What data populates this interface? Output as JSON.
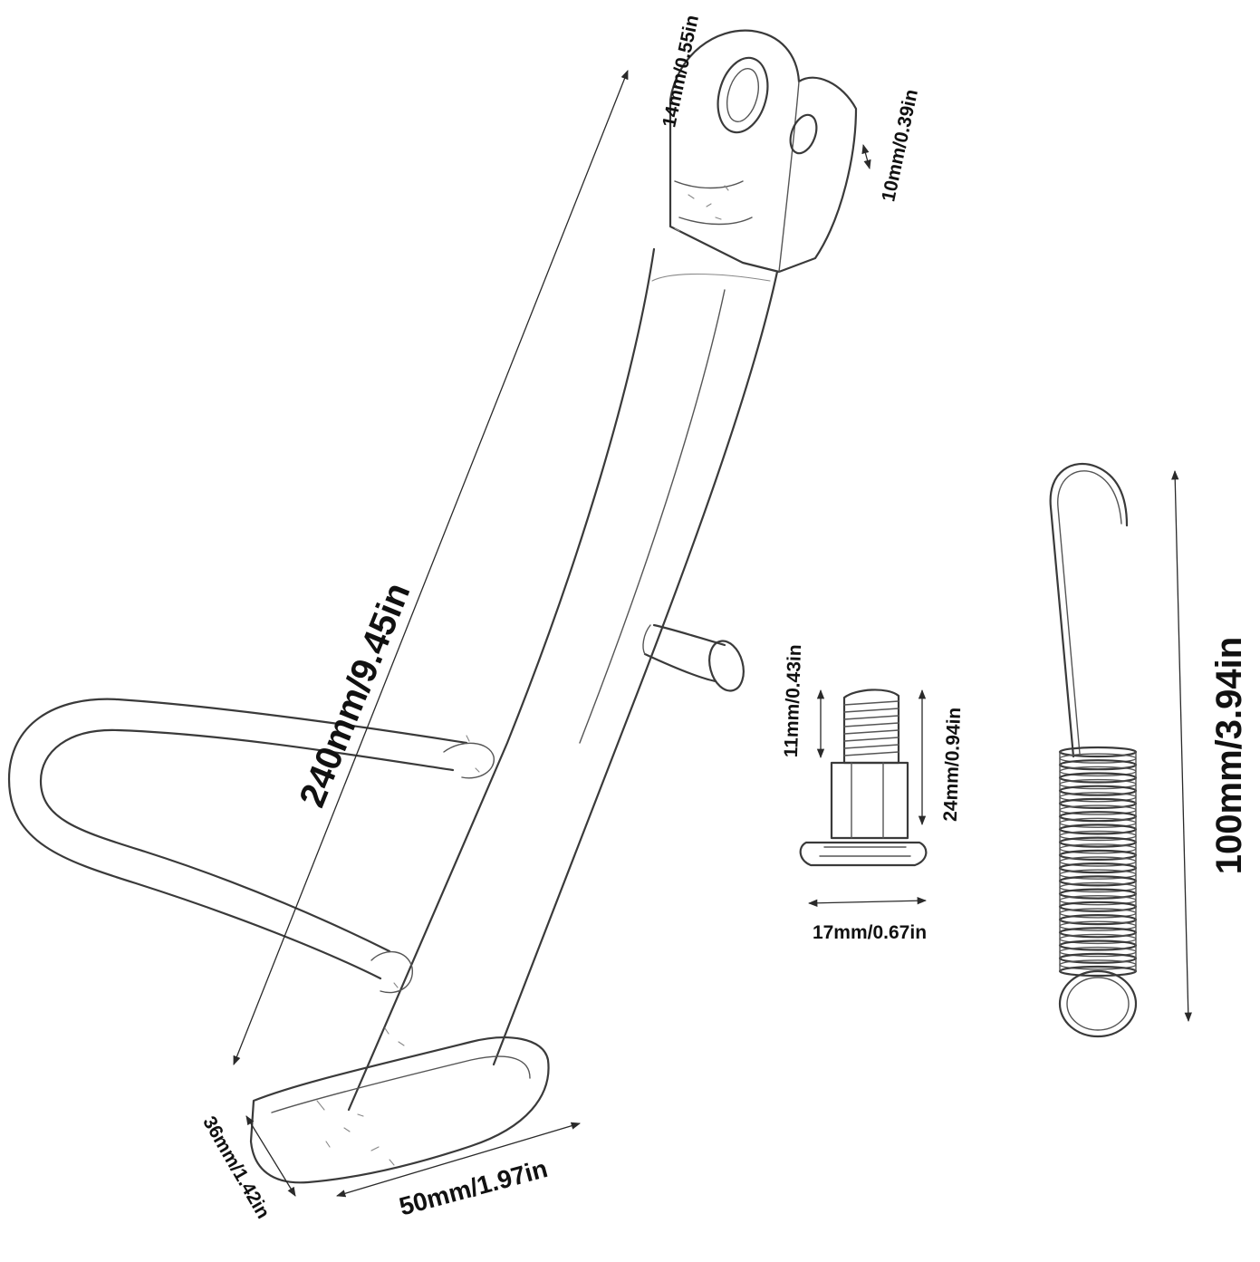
{
  "labels": {
    "length": "240mm/9.45in",
    "top_width": "14mm/0.55in",
    "hole": "10mm/0.39in",
    "foot_width": "50mm/1.97in",
    "foot_depth": "36mm/1.42in",
    "bolt_thread": "11mm/0.43in",
    "bolt_length": "24mm/0.94in",
    "bolt_head": "17mm/0.67in",
    "spring_length": "100mm/3.94in"
  }
}
